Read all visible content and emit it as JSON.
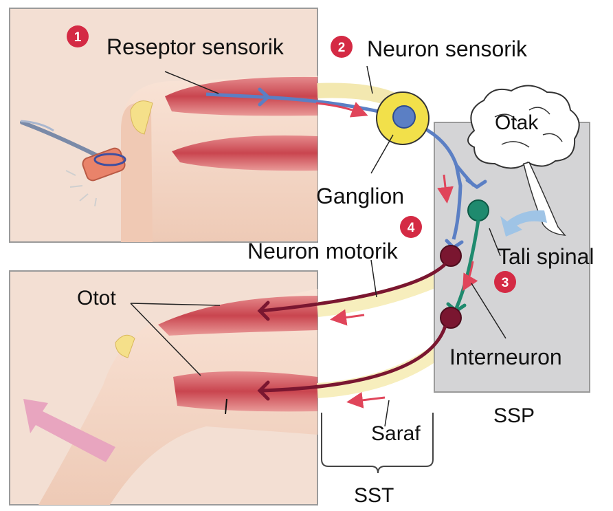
{
  "labels": {
    "reseptor": "Reseptor sensorik",
    "neuron_sensorik": "Neuron sensorik",
    "otak": "Otak",
    "ganglion": "Ganglion",
    "neuron_motorik": "Neuron motorik",
    "tali_spinal": "Tali spinal",
    "otot": "Otot",
    "interneuron": "Interneuron",
    "ssp": "SSP",
    "saraf": "Saraf",
    "sst": "SST"
  },
  "steps": {
    "s1": "1",
    "s2": "2",
    "s3": "3",
    "s4": "4"
  },
  "colors": {
    "sensory_neuron": "#5b7fc4",
    "motor_neuron": "#7a1630",
    "interneuron": "#1f8a6e",
    "impulse_arrow": "#e0455a",
    "step_badge": "#d42a44",
    "ganglion_ring": "#f2e04a",
    "spinal_box": "#d4d4d6",
    "muscle": "#c9545e",
    "skin": "#f6d9c8"
  }
}
